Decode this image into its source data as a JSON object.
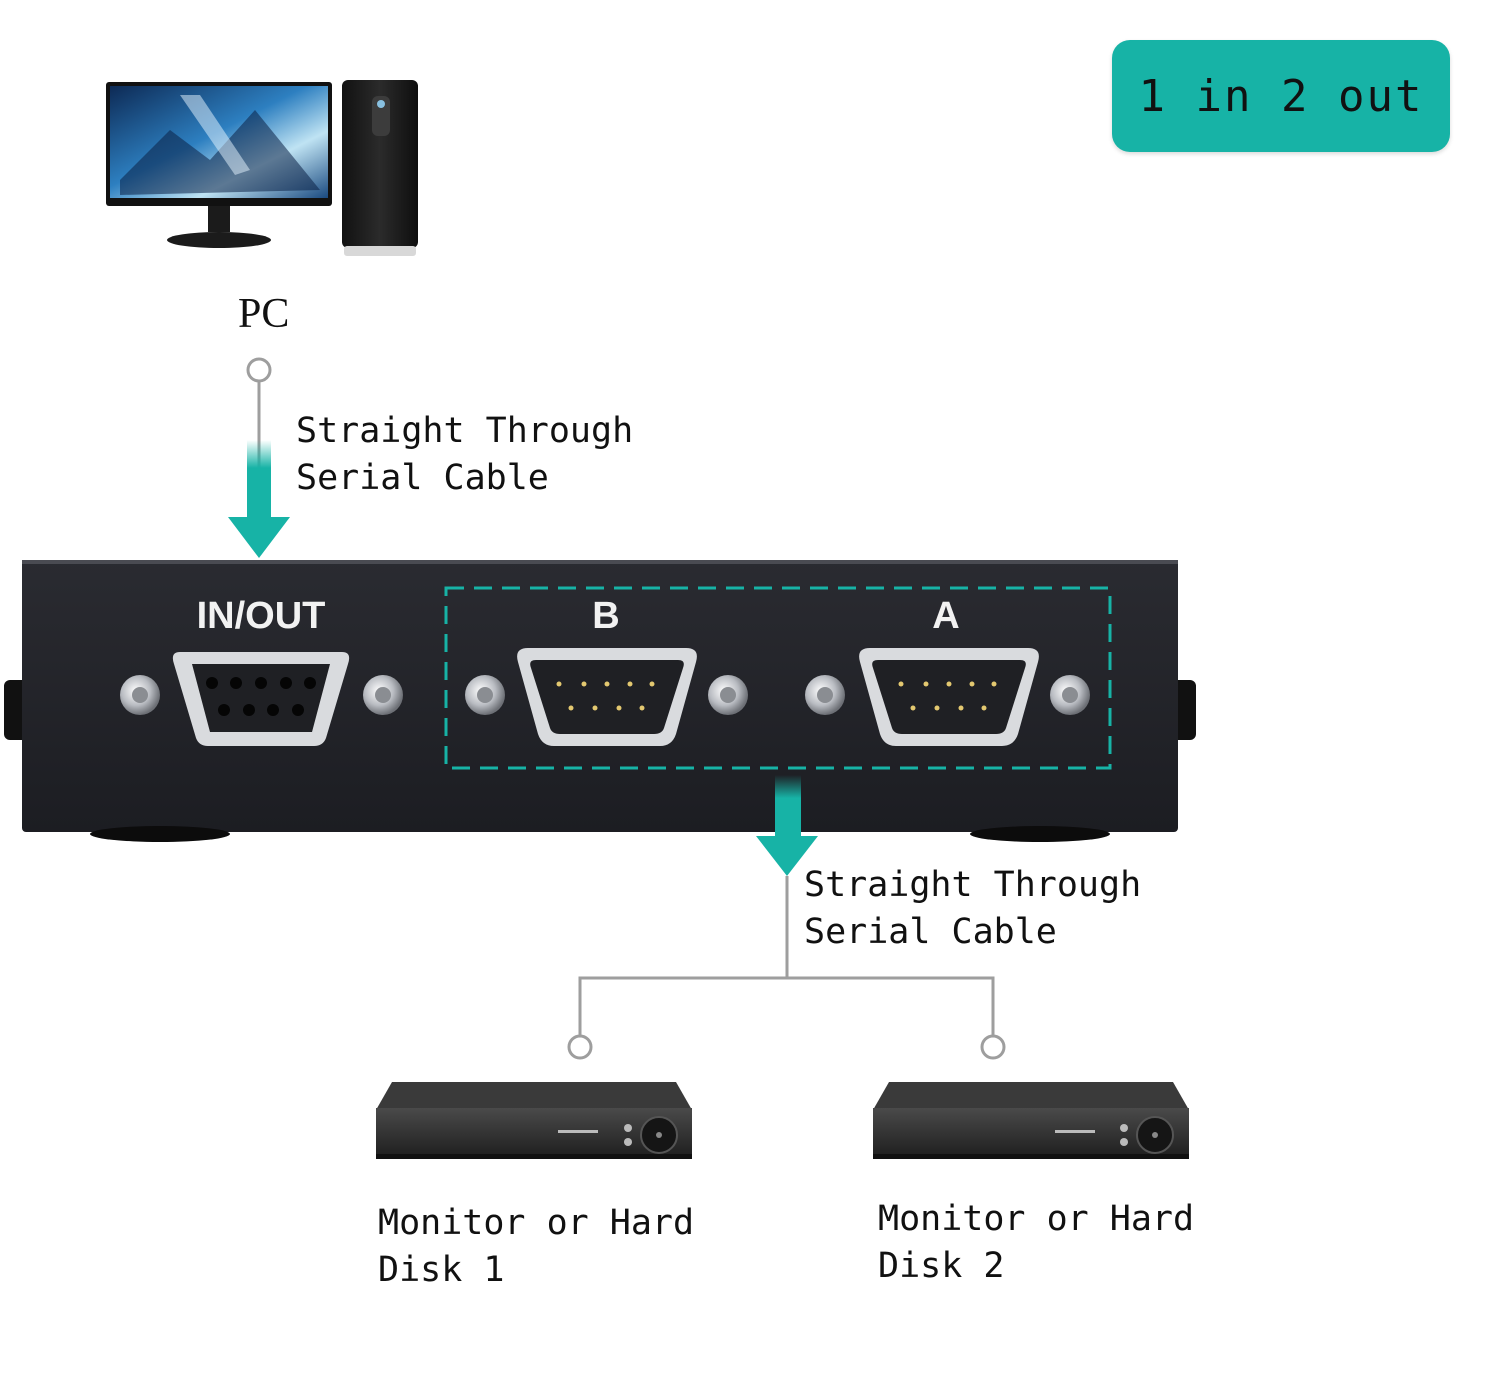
{
  "badge": {
    "text": "1 in 2 out"
  },
  "pc": {
    "label": "PC"
  },
  "cable_in": {
    "line1": "Straight Through",
    "line2": "Serial Cable"
  },
  "cable_out": {
    "line1": "Straight Through",
    "line2": "Serial Cable"
  },
  "switch": {
    "port_inout_label": "IN/OUT",
    "port_b_label": "B",
    "port_a_label": "A"
  },
  "device1": {
    "line1": "Monitor or Hard",
    "line2": "Disk 1"
  },
  "device2": {
    "line1": "Monitor or Hard",
    "line2": "Disk 2"
  },
  "colors": {
    "accent": "#17b3a6",
    "line": "#9e9e9e",
    "device_body": "#2b2b2b"
  }
}
